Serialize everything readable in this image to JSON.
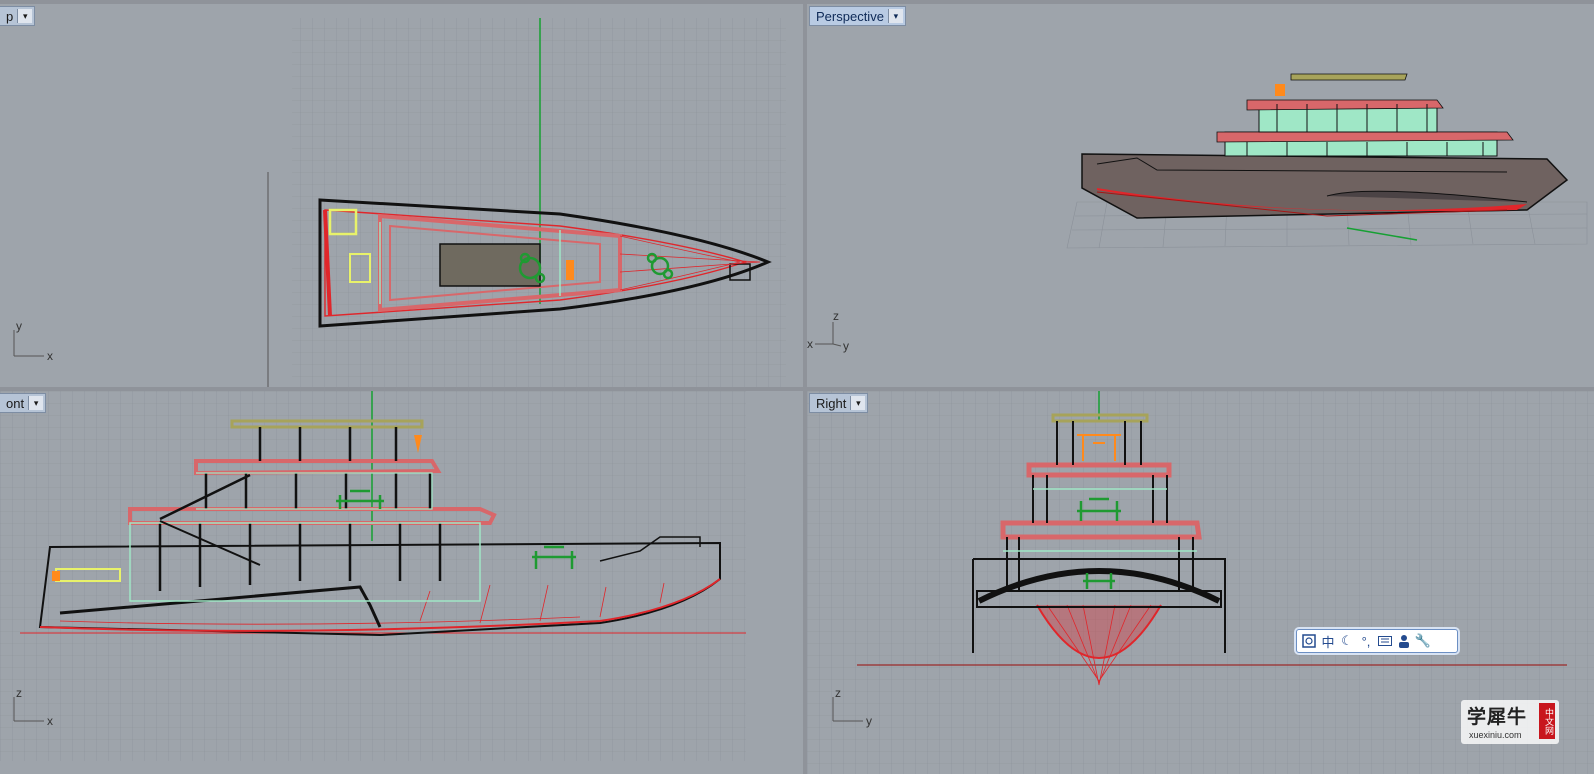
{
  "viewports": {
    "top": {
      "label": "p"
    },
    "perspective": {
      "label": "Perspective"
    },
    "front": {
      "label": "ont"
    },
    "right": {
      "label": "Right"
    }
  },
  "axes": {
    "top": {
      "a": "y",
      "b": "x"
    },
    "perspective": {
      "a": "z",
      "b": "x",
      "c": "y"
    },
    "front": {
      "a": "z",
      "b": "x"
    },
    "right": {
      "a": "z",
      "b": "y"
    }
  },
  "ime_toolbar": {
    "mode_char": "中",
    "punct": "°,",
    "icons": [
      "ime-logo-icon",
      "moon-icon",
      "keyboard-icon",
      "user-icon",
      "wrench-icon"
    ]
  },
  "watermark": {
    "main": "学犀牛",
    "sub": "xuexiniu.com",
    "seal": "中文网"
  },
  "colors": {
    "viewport_bg": "#9ea4ab",
    "grid": "#8b9199",
    "hull_red": "#e0262b",
    "deck_pink": "#d8676a",
    "glass": "#9fe7c6",
    "furniture": "#1f9a32",
    "accent_orange": "#ff8a1c",
    "axis_green": "#16a033"
  }
}
